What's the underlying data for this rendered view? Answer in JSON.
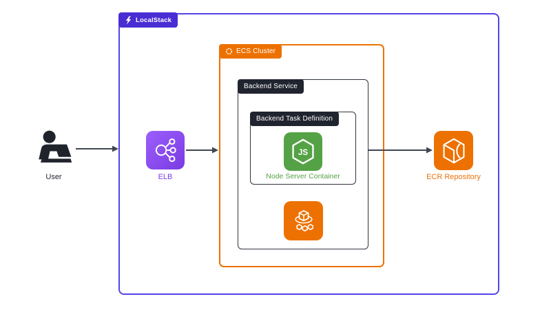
{
  "containers": {
    "localstack": {
      "label": "LocalStack"
    },
    "ecs_cluster": {
      "label": "ECS Cluster"
    },
    "backend_service": {
      "label": "Backend Service"
    },
    "backend_task_definition": {
      "label": "Backend Task Definition"
    }
  },
  "nodes": {
    "user": {
      "label": "User",
      "icon": "user-at-laptop-icon"
    },
    "elb": {
      "label": "ELB",
      "icon": "load-balancer-icon"
    },
    "node_server": {
      "label": "Node Server Container",
      "icon": "nodejs-hexagon-icon"
    },
    "ecs_service": {
      "icon": "ecs-containers-icon"
    },
    "ecr": {
      "label": "ECR Repository",
      "icon": "ecr-cube-icon"
    }
  },
  "edges": [
    {
      "from": "user",
      "to": "elb"
    },
    {
      "from": "elb",
      "to": "ecs_cluster"
    },
    {
      "from": "backend_service",
      "to": "ecr"
    }
  ],
  "colors": {
    "localstack_badge_purple": "#4A2ED3",
    "localstack_border_purple": "#5244E6",
    "aws_orange": "#ED7100",
    "node_green": "#54A245",
    "elb_purple_gradient": "#8C4FFF",
    "elb_label_purple": "#7C3AED",
    "ecr_label_orange": "#E8720C",
    "dark_badge": "#20242E",
    "arrow_gray": "#3F4651",
    "background": "#FFFFFF"
  }
}
